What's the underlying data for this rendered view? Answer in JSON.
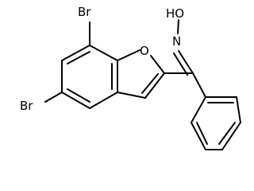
{
  "molecule": {
    "atoms": {
      "br_top": "Br",
      "br_left": "Br",
      "oxygen_ring": "O",
      "oxime_hydroxyl": "HO",
      "oxime_nitrogen": "N"
    },
    "colors": {
      "bond": "#000000",
      "label": "#000000",
      "background": "#ffffff"
    }
  }
}
